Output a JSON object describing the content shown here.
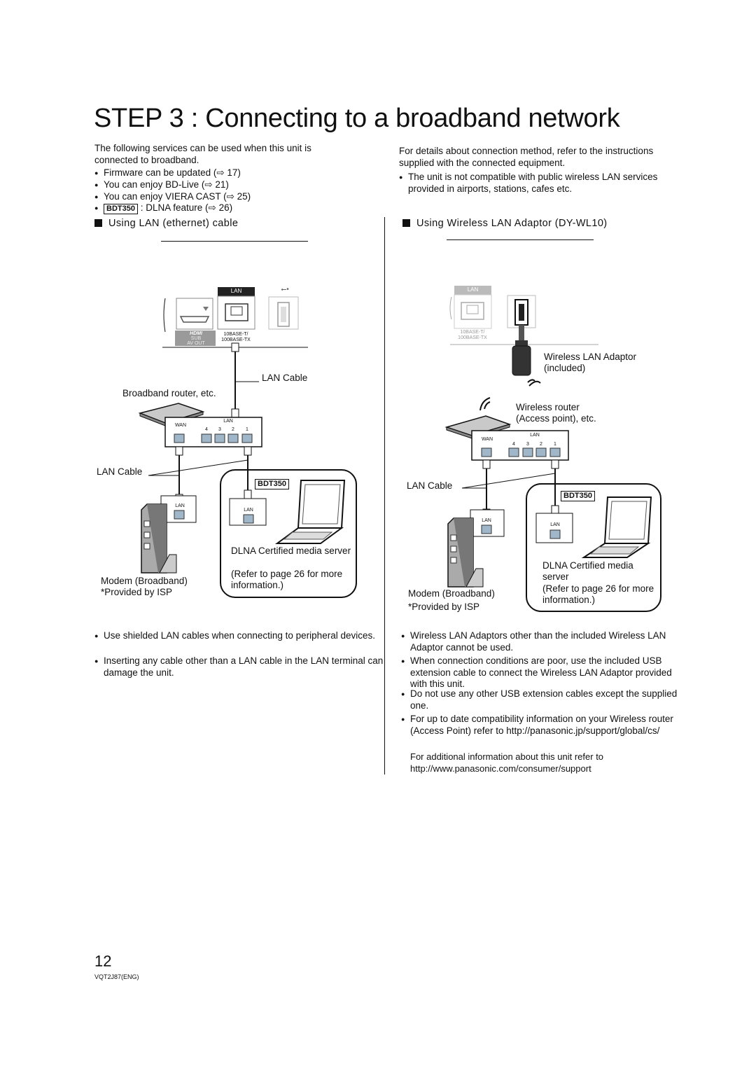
{
  "page": {
    "title": "STEP 3 : Connecting to a broadband network",
    "page_number": "12",
    "doc_code": "VQT2J87(ENG)"
  },
  "left_col": {
    "intro": "The following services can be used when this unit is connected to broadband.",
    "bullets": [
      "Firmware can be updated (⇨ 17)",
      "You can enjoy BD-Live (⇨ 21)",
      "You can enjoy VIERA CAST (⇨ 25)",
      ": DLNA feature (⇨ 26)"
    ],
    "bdt_tag": "BDT350",
    "section_title": "Using LAN (ethernet) cable",
    "diagram": {
      "lan_port_label": "LAN",
      "usb_symbol": "⭠•",
      "hdmi_label": "HDMI",
      "sub_label": "SUB",
      "av_out_label": "AV OUT",
      "lan_spec": "10BASE-T/\n100BASE-TX",
      "lan_cable_top": "LAN Cable",
      "router_label": "Broadband router, etc.",
      "router_wan": "WAN",
      "router_lan": "LAN",
      "router_ports": [
        "4",
        "3",
        "2",
        "1"
      ],
      "lan_cable_left": "LAN Cable",
      "bdt_tag": "BDT350",
      "pc_lan": "LAN",
      "modem_lan": "LAN",
      "dlna_label": "DLNA Certified media server",
      "dlna_note": "(Refer to page 26 for more information.)",
      "modem_label": "Modem (Broadband)",
      "isp_label": "*Provided by ISP"
    },
    "notes": [
      "Use shielded LAN cables when connecting to peripheral devices.",
      "Inserting any cable other than a LAN cable in the LAN terminal can damage the unit."
    ]
  },
  "right_col": {
    "intro": "For details about connection method, refer to the instructions supplied with the connected equipment.",
    "bullets": [
      "The unit is not compatible with public wireless LAN services provided in airports, stations, cafes etc."
    ],
    "section_title": "Using Wireless LAN Adaptor (DY-WL10)",
    "diagram": {
      "lan_port_label": "LAN",
      "lan_spec": "10BASE-T/\n100BASE-TX",
      "adaptor_label": "Wireless LAN Adaptor (included)",
      "router_label": "Wireless router (Access point), etc.",
      "router_wan": "WAN",
      "router_lan": "LAN",
      "router_ports": [
        "4",
        "3",
        "2",
        "1"
      ],
      "lan_cable_left": "LAN Cable",
      "bdt_tag": "BDT350",
      "pc_lan": "LAN",
      "modem_lan": "LAN",
      "dlna_label": "DLNA Certified media server",
      "dlna_note": "(Refer to page 26 for more information.)",
      "modem_label": "Modem (Broadband)",
      "isp_label": "*Provided by ISP"
    },
    "notes": [
      "Wireless LAN Adaptors other than the included Wireless LAN Adaptor cannot be used.",
      "When connection conditions are poor, use the included USB extension cable to connect the Wireless LAN Adaptor provided with this unit.",
      "Do not use any other USB extension cables except the supplied one.",
      "For up to date compatibility information on your Wireless router (Access Point) refer to http://panasonic.jp/support/global/cs/"
    ],
    "extra_note": "For additional information about this unit refer to http://www.panasonic.com/consumer/support"
  }
}
